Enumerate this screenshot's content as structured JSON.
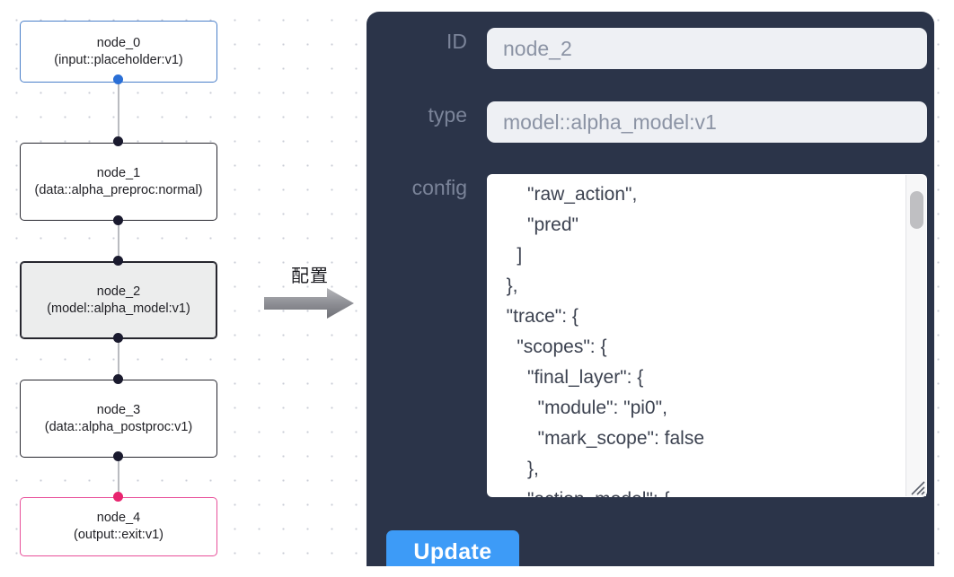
{
  "canvas": {
    "name": "node-graph-canvas",
    "grid": "dotted",
    "nodes": [
      {
        "id": "node_0",
        "title": "node_0",
        "subtitle": "(input::placeholder:v1)",
        "kind": "input",
        "selected": false,
        "border_color": "#4a7fc9",
        "fill_color": "#ffffff"
      },
      {
        "id": "node_1",
        "title": "node_1",
        "subtitle": "(data::alpha_preproc:normal)",
        "kind": "data",
        "selected": false,
        "border_color": "#26262e",
        "fill_color": "#ffffff"
      },
      {
        "id": "node_2",
        "title": "node_2",
        "subtitle": "(model::alpha_model:v1)",
        "kind": "model",
        "selected": true,
        "border_color": "#26262e",
        "fill_color": "#eceded"
      },
      {
        "id": "node_3",
        "title": "node_3",
        "subtitle": "(data::alpha_postproc:v1)",
        "kind": "data",
        "selected": false,
        "border_color": "#26262e",
        "fill_color": "#ffffff"
      },
      {
        "id": "node_4",
        "title": "node_4",
        "subtitle": "(output::exit:v1)",
        "kind": "output",
        "selected": false,
        "border_color": "#e8509a",
        "fill_color": "#ffffff"
      }
    ]
  },
  "arrow": {
    "label": "配置",
    "color": "#8b8b90"
  },
  "panel": {
    "background": "#2b3449",
    "fields": [
      {
        "label": "ID",
        "value": "node_2"
      },
      {
        "label": "type",
        "value": "model::alpha_model:v1"
      }
    ],
    "id_label": "ID",
    "id_value": "node_2",
    "type_label": "type",
    "type_value": "model::alpha_model:v1",
    "config_label": "config",
    "config_value": "      \"raw_action\",\n      \"pred\"\n    ]\n  },\n  \"trace\": {\n    \"scopes\": {\n      \"final_layer\": {\n        \"module\": \"pi0\",\n        \"mark_scope\": false\n      },\n      \"action_model\": {",
    "update_label": "Update",
    "update_color": "#3d9bf7"
  }
}
